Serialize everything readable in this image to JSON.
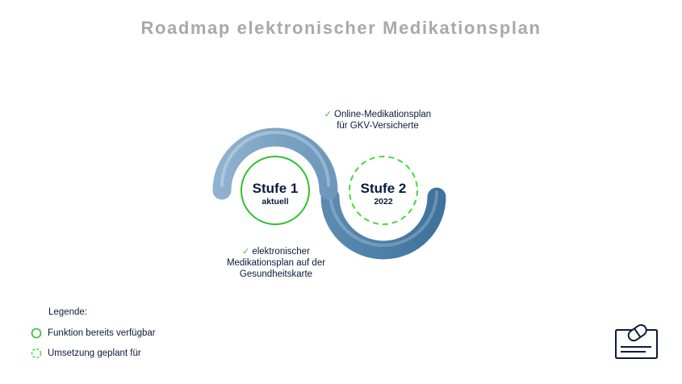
{
  "title": "Roadmap elektronischer Medikationsplan",
  "stages": [
    {
      "heading": "Stufe 1",
      "sub": "aktuell",
      "status": "available",
      "note": [
        "elektronischer",
        "Medikationsplan auf der",
        "Gesundheitskarte"
      ]
    },
    {
      "heading": "Stufe 2",
      "sub": "2022",
      "status": "planned",
      "note": [
        "Online-Medikationsplan",
        "für GKV-Versicherte"
      ]
    }
  ],
  "legend": {
    "title": "Legende:",
    "items": [
      {
        "label": "Funktion bereits verfügbar",
        "style": "solid"
      },
      {
        "label": "Umsetzung geplant für",
        "style": "dashed"
      }
    ]
  },
  "icons": {
    "check": "checkmark-icon",
    "logo": "medication-plan-card-icon"
  },
  "colors": {
    "title": "#a9a9a9",
    "arc_light": "#7ea4c4",
    "arc_dark": "#4c7ea6",
    "available": "#2bc42b",
    "planned": "#3fdc3f",
    "text": "#0b1a3c"
  }
}
